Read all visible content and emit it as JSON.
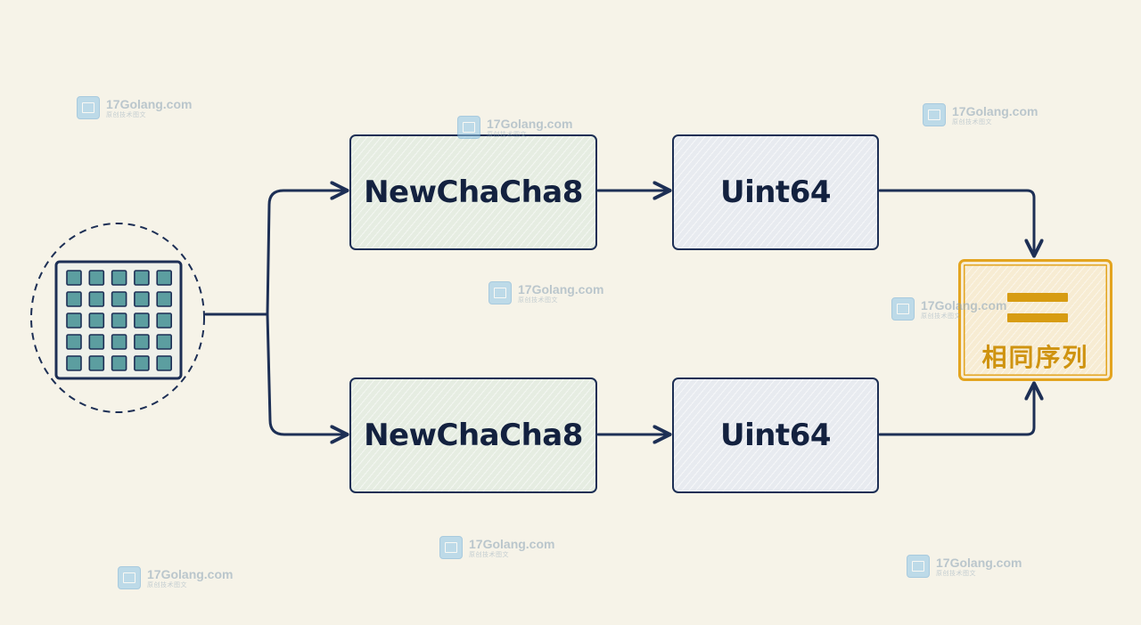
{
  "diagram": {
    "source": {
      "icon": "grid-matrix-icon"
    },
    "top_row": {
      "generator_label": "NewChaCha8",
      "output_label": "Uint64"
    },
    "bottom_row": {
      "generator_label": "NewChaCha8",
      "output_label": "Uint64"
    },
    "result": {
      "icon": "equals-icon",
      "label": "相同序列"
    }
  },
  "watermark": {
    "site": "17Golang.com",
    "tagline": "原创技术图文"
  },
  "colors": {
    "background": "#f6f3e8",
    "stroke": "#1d2f55",
    "generator_fill": "#e6ede2",
    "output_fill": "#e8ebf0",
    "grid_cell": "#5c9ea0",
    "result_accent": "#e3a41f",
    "result_text": "#cf9310"
  }
}
